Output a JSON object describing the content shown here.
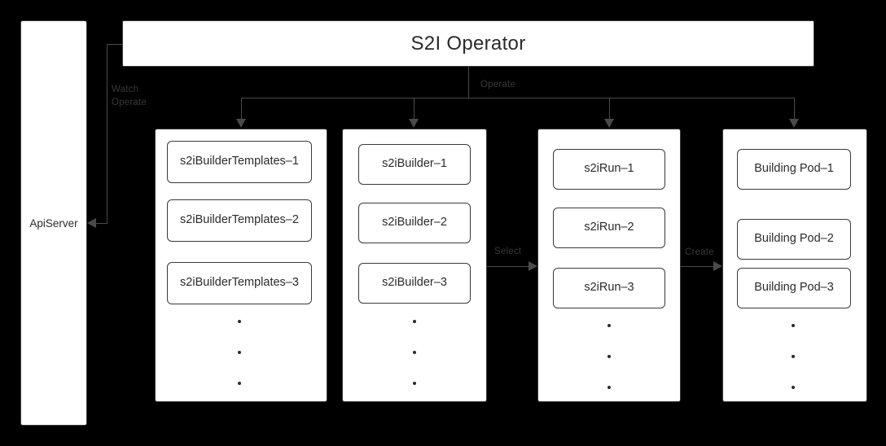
{
  "diagram": {
    "title": "S2I Operator",
    "background_color": "#000000",
    "box_fill": "#ffffff",
    "box_stroke": "#3a3a3a",
    "connector_color": "#4a4a4a",
    "edge_label_color": "#393939"
  },
  "apiserver": {
    "label": "ApiServer"
  },
  "operator": {
    "label": "S2I Operator"
  },
  "edges": {
    "watch": "Watch",
    "operate_left": "Operate",
    "operate_center": "Operate",
    "select": "Select",
    "create": "Create"
  },
  "columns": [
    {
      "name": "s2ibuildertemplates",
      "items": [
        "s2iBuilderTemplates–1",
        "s2iBuilderTemplates–2",
        "s2iBuilderTemplates–3"
      ],
      "more": "…"
    },
    {
      "name": "s2ibuilder",
      "items": [
        "s2iBuilder–1",
        "s2iBuilder–2",
        "s2iBuilder–3"
      ],
      "more": "…"
    },
    {
      "name": "s2irun",
      "items": [
        "s2iRun–1",
        "s2iRun–2",
        "s2iRun–3"
      ],
      "more": "…"
    },
    {
      "name": "building-pod",
      "items": [
        "Building Pod–1",
        "Building Pod–2",
        "Building Pod–3"
      ],
      "more": "…"
    }
  ]
}
